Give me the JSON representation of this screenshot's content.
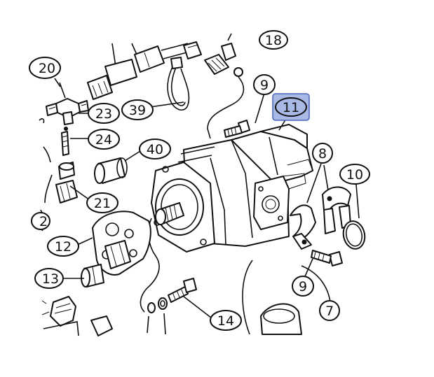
{
  "diagram": {
    "highlight_color": "#a9b9e6",
    "callouts": [
      {
        "id": "c18",
        "label": "18"
      },
      {
        "id": "c20",
        "label": "20"
      },
      {
        "id": "c9a",
        "label": "9"
      },
      {
        "id": "c11",
        "label": "11",
        "highlighted": true
      },
      {
        "id": "c23",
        "label": "23"
      },
      {
        "id": "c39",
        "label": "39"
      },
      {
        "id": "c24",
        "label": "24"
      },
      {
        "id": "c40",
        "label": "40"
      },
      {
        "id": "c8",
        "label": "8"
      },
      {
        "id": "c10",
        "label": "10"
      },
      {
        "id": "c21",
        "label": "21"
      },
      {
        "id": "c2",
        "label": "2"
      },
      {
        "id": "c12",
        "label": "12"
      },
      {
        "id": "c13",
        "label": "13"
      },
      {
        "id": "c9b",
        "label": "9"
      },
      {
        "id": "c7",
        "label": "7"
      },
      {
        "id": "c14",
        "label": "14"
      }
    ]
  }
}
